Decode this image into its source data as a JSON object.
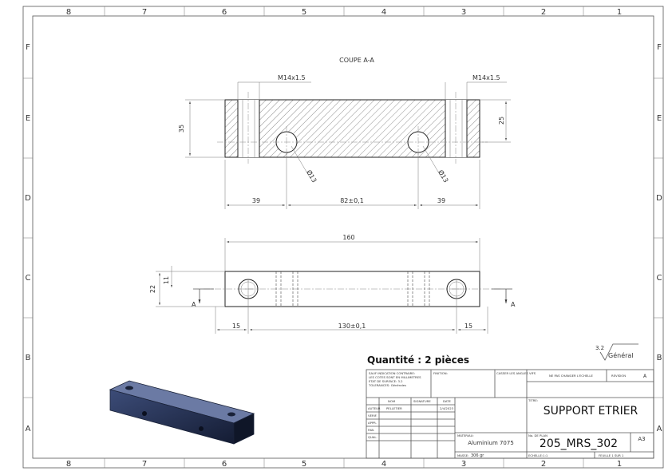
{
  "border": {
    "cols_top": [
      "8",
      "7",
      "6",
      "5",
      "4",
      "3",
      "2",
      "1"
    ],
    "cols_bottom": [
      "8",
      "7",
      "6",
      "5",
      "4",
      "3",
      "2",
      "1"
    ],
    "rows": [
      "F",
      "E",
      "D",
      "C",
      "B",
      "A"
    ]
  },
  "section": {
    "title": "COUPE A-A",
    "thread_left": "M14x1.5",
    "thread_right": "M14x1.5",
    "dim_height_left": "35",
    "dim_height_right": "25",
    "hole_left": "Ø13",
    "hole_right": "Ø13",
    "dim_left": "39",
    "dim_center": "82±0,1",
    "dim_right": "39"
  },
  "top_view": {
    "dim_length": "160",
    "dim_22": "22",
    "dim_11": "11",
    "dim_left": "15",
    "dim_center": "130±0,1",
    "dim_right": "15",
    "arrow_left": "A",
    "arrow_right": "A"
  },
  "quantity": "Quantité : 2 pièces",
  "surface": {
    "value": "3.2",
    "label": "Général"
  },
  "title_block": {
    "tolerance_note_1": "SAUF INDICATION CONTRAIRE:",
    "tolerance_note_2": "LES COTES SONT EN MILLIMETRES",
    "tolerance_note_3": "ETAT DE SURFACE: 3.2",
    "tolerance_note_4": "TOLERANCES: Générales",
    "finish_label": "FINITION:",
    "edges_label": "CASSER LES ANGLES VIFS",
    "no_scale": "NE PAS CHANGER L'ECHELLE",
    "revision_label": "REVISION",
    "revision_value": "A",
    "col_name": "NOM",
    "col_signature": "SIGNATURE",
    "col_date": "DATE",
    "row_author": "AUTEUR",
    "author_name": "PELLETIER",
    "author_date": "2/4/2023",
    "row_verif": "VERIF.",
    "row_appr": "APPR.",
    "row_fab": "FAB.",
    "row_qual": "QUAL.",
    "title_label": "TITRE:",
    "title_value": "SUPPORT ETRIER",
    "material_label": "MATERIAU:",
    "material_value": "Aluminium 7075",
    "drawing_no_label": "No. DE PLAN",
    "drawing_no_value": "205_MRS_302",
    "format": "A3",
    "mass_label": "MASSE:",
    "mass_value": "306 gr",
    "scale_label": "ECHELLE:1:1",
    "sheet_label": "FEUILLE 1 SUR 1"
  },
  "colors": {
    "part_body": "#2b3a5e",
    "part_top": "#5a6b9a"
  }
}
